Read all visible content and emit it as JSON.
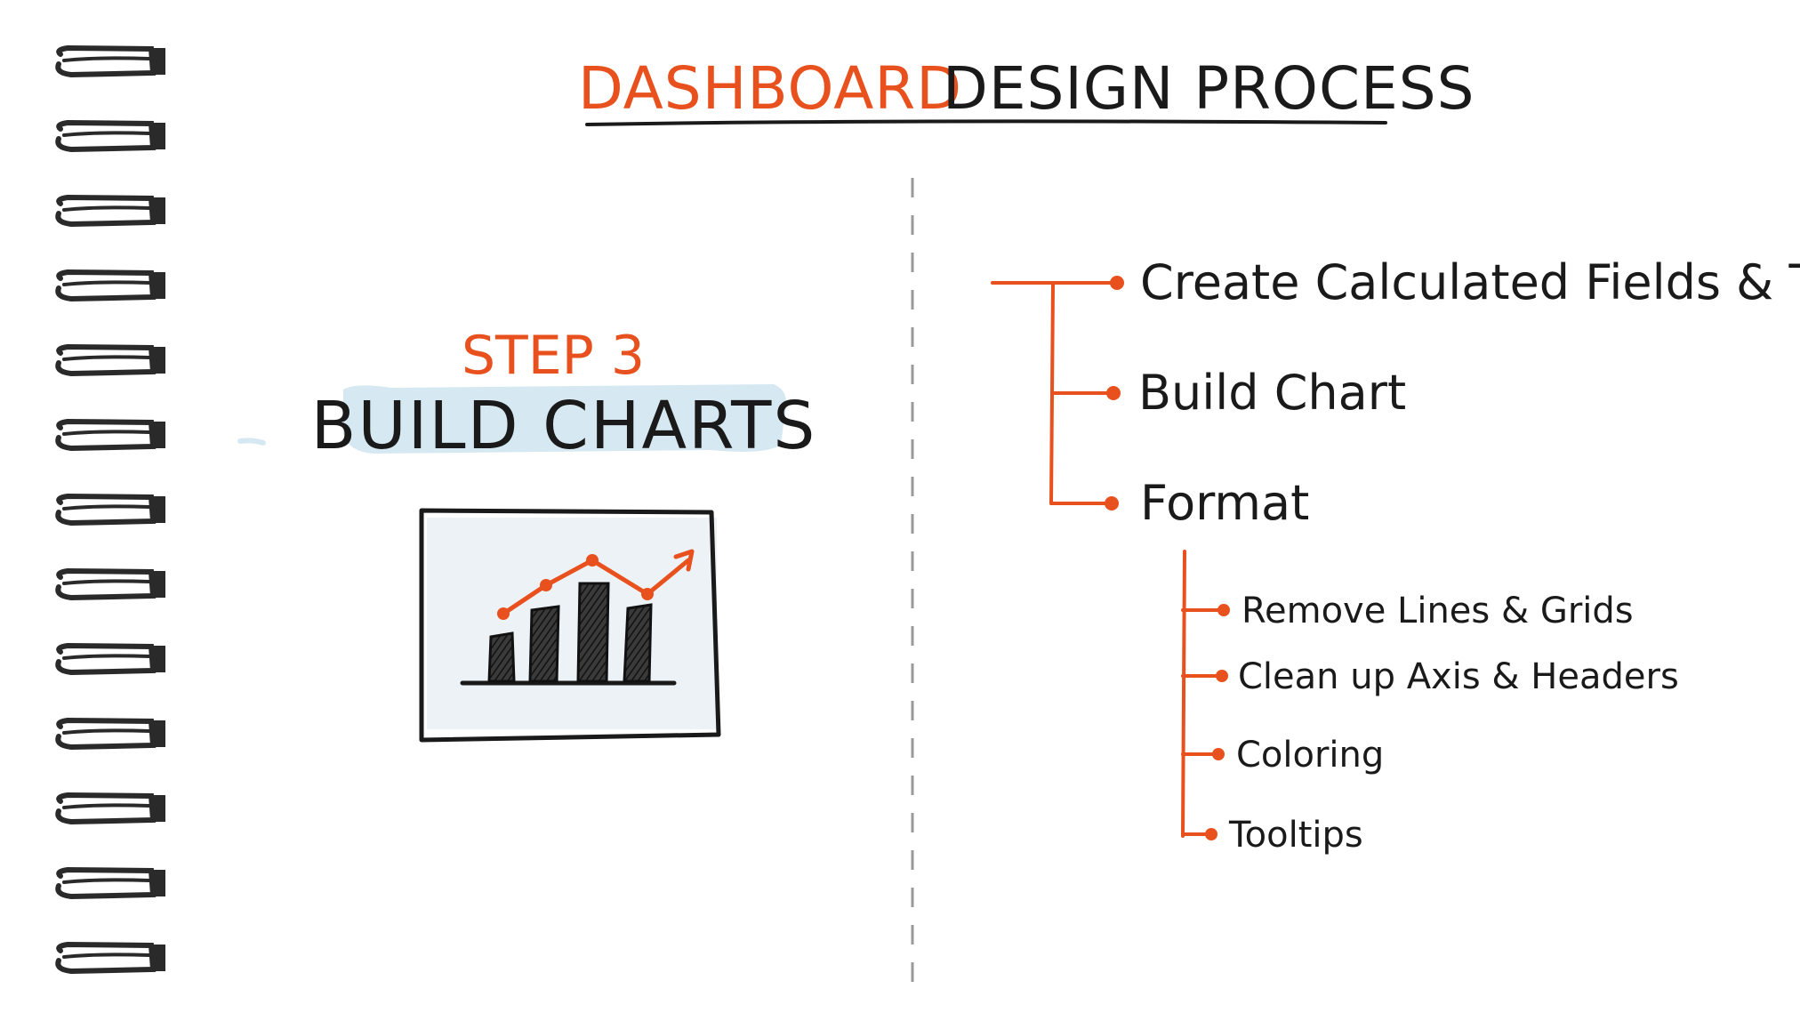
{
  "title": {
    "highlight": "DASHBOARD",
    "rest": "DESIGN PROCESS"
  },
  "left": {
    "step_label": "STEP 3",
    "step_title": "BUILD CHARTS"
  },
  "right": {
    "items": [
      {
        "label": "Create Calculated Fields & Test"
      },
      {
        "label": "Build Chart"
      },
      {
        "label": "Format",
        "children": [
          {
            "label": "Remove Lines & Grids"
          },
          {
            "label": "Clean up Axis & Headers"
          },
          {
            "label": "Coloring"
          },
          {
            "label": "Tooltips"
          }
        ]
      }
    ]
  },
  "colors": {
    "accent": "#e8501e",
    "ink": "#1a1a1a",
    "highlight": "#d6e9f2",
    "spiral": "#2a2a2a",
    "divider": "#9a9a9a"
  },
  "icons": [
    "spiral-binding-icon",
    "chart-sketch-icon"
  ]
}
